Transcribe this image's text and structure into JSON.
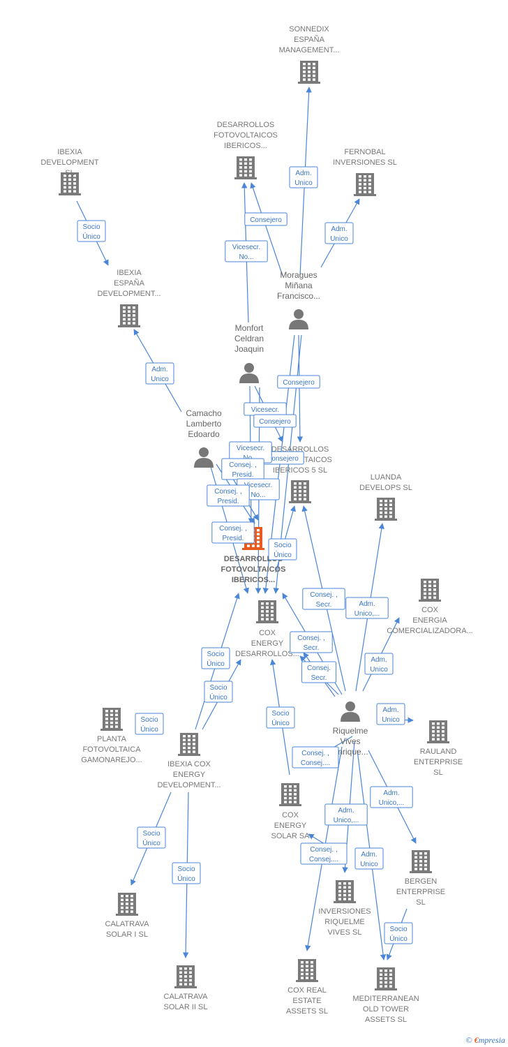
{
  "accent_color": "#4a86d8",
  "building_color": "#7a7a7a",
  "focus_color": "#e85a1f",
  "nodes": [
    {
      "id": "sonnedix",
      "type": "company",
      "lines": [
        "SONNEDIX",
        "ESPAÑA",
        "MANAGEMENT..."
      ]
    },
    {
      "id": "dfi_top",
      "type": "company",
      "lines": [
        "DESARROLLOS",
        "FOTOVOLTAICOS",
        "IBERICOS..."
      ]
    },
    {
      "id": "fernobal",
      "type": "company",
      "lines": [
        "FERNOBAL",
        "INVERSIONES SL"
      ]
    },
    {
      "id": "ibexia_dev",
      "type": "company",
      "lines": [
        "IBEXIA",
        "DEVELOPMENT",
        "SL"
      ]
    },
    {
      "id": "ibexia_es",
      "type": "company",
      "lines": [
        "IBEXIA",
        "ESPAÑA",
        "DEVELOPMENT..."
      ]
    },
    {
      "id": "moragues",
      "type": "person",
      "lines": [
        "Moragues",
        "Miñana",
        "Francisco..."
      ]
    },
    {
      "id": "monfort",
      "type": "person",
      "lines": [
        "Monfort",
        "Celdran",
        "Joaquin"
      ]
    },
    {
      "id": "camacho",
      "type": "person",
      "lines": [
        "Camacho",
        "Lamberto",
        "Edoardo"
      ]
    },
    {
      "id": "dfi5",
      "type": "company",
      "lines": [
        "DESARROLLOS",
        "FOTOVOLTAICOS",
        "IBERICOS 5 SL"
      ]
    },
    {
      "id": "luanda",
      "type": "company",
      "lines": [
        "LUANDA",
        "DEVELOPS SL"
      ]
    },
    {
      "id": "focus",
      "type": "focus",
      "lines": [
        "DESARROLLOS",
        "FOTOVOLTAICOS",
        "IBERICOS..."
      ]
    },
    {
      "id": "cox_energy_des",
      "type": "company",
      "lines": [
        "COX",
        "ENERGY",
        "DESARROLLOS..."
      ]
    },
    {
      "id": "cox_comerc",
      "type": "company",
      "lines": [
        "COX",
        "ENERGIA",
        "COMERCIALIZADORA..."
      ]
    },
    {
      "id": "planta",
      "type": "company",
      "lines": [
        "PLANTA",
        "FOTOVOLTAICA",
        "GAMONAREJO..."
      ]
    },
    {
      "id": "ibexia_cox",
      "type": "company",
      "lines": [
        "IBEXIA COX",
        "ENERGY",
        "DEVELOPMENT..."
      ]
    },
    {
      "id": "riquelme",
      "type": "person",
      "lines": [
        "Riquelme",
        "Vives",
        "Enrique..."
      ]
    },
    {
      "id": "rauland",
      "type": "company",
      "lines": [
        "RAULAND",
        "ENTERPRISE",
        "SL"
      ]
    },
    {
      "id": "cox_solar_sa",
      "type": "company",
      "lines": [
        "COX",
        "ENERGY",
        "SOLAR SA"
      ]
    },
    {
      "id": "bergen",
      "type": "company",
      "lines": [
        "BERGEN",
        "ENTERPRISE",
        "SL"
      ]
    },
    {
      "id": "calatrava1",
      "type": "company",
      "lines": [
        "CALATRAVA",
        "SOLAR I SL"
      ]
    },
    {
      "id": "inversiones_rv",
      "type": "company",
      "lines": [
        "INVERSIONES",
        "RIQUELME",
        "VIVES SL"
      ]
    },
    {
      "id": "calatrava2",
      "type": "company",
      "lines": [
        "CALATRAVA",
        "SOLAR II SL"
      ]
    },
    {
      "id": "cox_real",
      "type": "company",
      "lines": [
        "COX REAL",
        "ESTATE",
        "ASSETS SL"
      ]
    },
    {
      "id": "mediterranean",
      "type": "company",
      "lines": [
        "MEDITERRANEAN",
        "OLD TOWER",
        "ASSETS SL"
      ]
    }
  ],
  "badges": [
    {
      "lines": [
        "Adm.",
        "Unico"
      ]
    },
    {
      "lines": [
        "Consejero"
      ]
    },
    {
      "lines": [
        "Adm.",
        "Unico"
      ]
    },
    {
      "lines": [
        "Vicesecr.",
        "No..."
      ]
    },
    {
      "lines": [
        "Socio",
        "Único"
      ]
    },
    {
      "lines": [
        "Adm.",
        "Unico"
      ]
    },
    {
      "lines": [
        "Consejero"
      ]
    },
    {
      "lines": [
        "Vicesecr."
      ]
    },
    {
      "lines": [
        "Consejero"
      ]
    },
    {
      "lines": [
        "Consejero"
      ]
    },
    {
      "lines": [
        "Vicesecr.",
        "No..."
      ]
    },
    {
      "lines": [
        "Consej. ,",
        "Presid."
      ]
    },
    {
      "lines": [
        "Vicesecr.",
        "No..."
      ]
    },
    {
      "lines": [
        "Consej. ,",
        "Presid."
      ]
    },
    {
      "lines": [
        "Consej. ,",
        "Presid."
      ]
    },
    {
      "lines": [
        "Socio",
        "Único"
      ]
    },
    {
      "lines": [
        "Consej. ,",
        "Secr."
      ]
    },
    {
      "lines": [
        "Adm.",
        "Unico,..."
      ]
    },
    {
      "lines": [
        "Consej. ,",
        "Secr."
      ]
    },
    {
      "lines": [
        "Adm.",
        "Unico"
      ]
    },
    {
      "lines": [
        "Consej.",
        "Secr."
      ]
    },
    {
      "lines": [
        "Socio",
        "Único"
      ]
    },
    {
      "lines": [
        "Socio",
        "Único"
      ]
    },
    {
      "lines": [
        "Socio",
        "Único"
      ]
    },
    {
      "lines": [
        "Socio",
        "Único"
      ]
    },
    {
      "lines": [
        "Adm.",
        "Unico"
      ]
    },
    {
      "lines": [
        "Consej. ,",
        "Consej...."
      ]
    },
    {
      "lines": [
        "Adm.",
        "Unico,..."
      ]
    },
    {
      "lines": [
        "Adm.",
        "Unico,..."
      ]
    },
    {
      "lines": [
        "Consej. ,",
        "Consej...."
      ]
    },
    {
      "lines": [
        "Adm.",
        "Unico"
      ]
    },
    {
      "lines": [
        "Socio",
        "Único"
      ]
    },
    {
      "lines": [
        "Socio",
        "Único"
      ]
    },
    {
      "lines": [
        "Socio",
        "Único"
      ]
    }
  ],
  "footer": {
    "copyright": "©",
    "brand_e": "€",
    "brand_rest": "mpresia"
  }
}
